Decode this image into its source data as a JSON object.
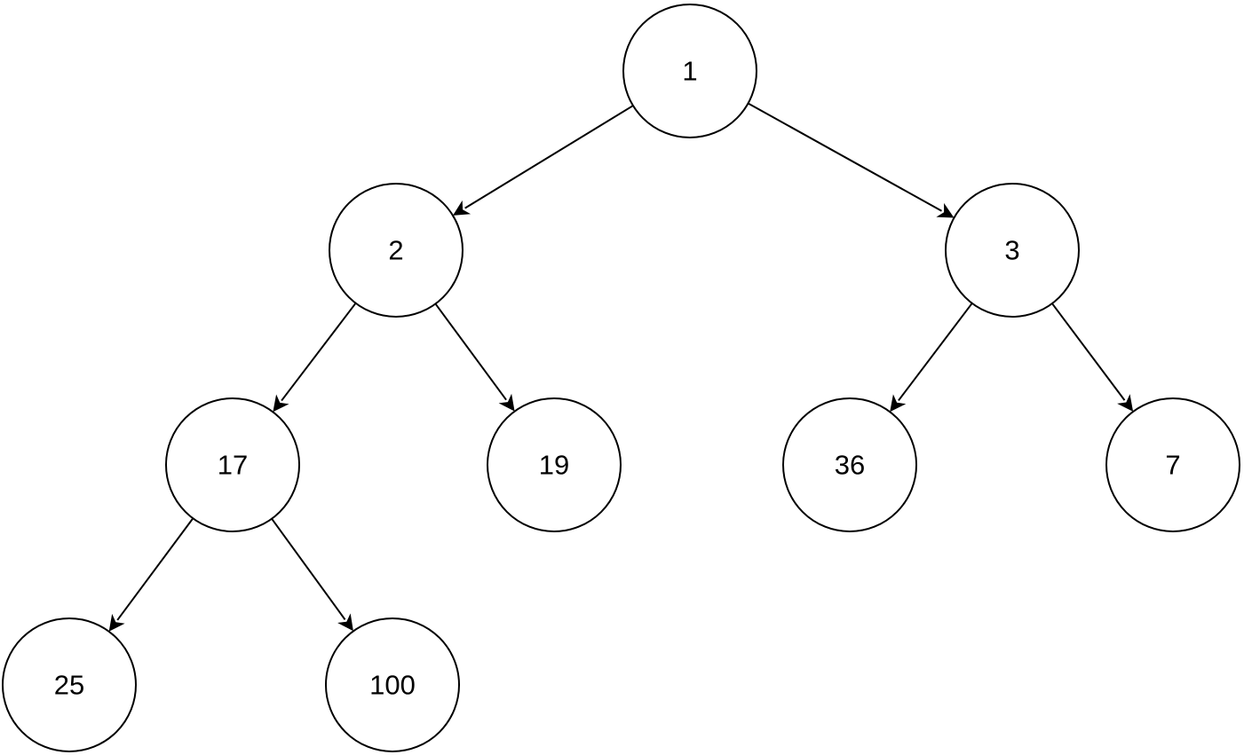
{
  "tree": {
    "nodes": [
      {
        "id": "n1",
        "label": "1"
      },
      {
        "id": "n2",
        "label": "2"
      },
      {
        "id": "n3",
        "label": "3"
      },
      {
        "id": "n17",
        "label": "17"
      },
      {
        "id": "n19",
        "label": "19"
      },
      {
        "id": "n36",
        "label": "36"
      },
      {
        "id": "n7",
        "label": "7"
      },
      {
        "id": "n25",
        "label": "25"
      },
      {
        "id": "n100",
        "label": "100"
      }
    ],
    "edges": [
      {
        "from": "n1",
        "to": "n2"
      },
      {
        "from": "n1",
        "to": "n3"
      },
      {
        "from": "n2",
        "to": "n17"
      },
      {
        "from": "n2",
        "to": "n19"
      },
      {
        "from": "n3",
        "to": "n36"
      },
      {
        "from": "n3",
        "to": "n7"
      },
      {
        "from": "n17",
        "to": "n25"
      },
      {
        "from": "n17",
        "to": "n100"
      }
    ],
    "colors": {
      "stroke": "#000000",
      "fill": "#ffffff",
      "text": "#000000"
    }
  }
}
